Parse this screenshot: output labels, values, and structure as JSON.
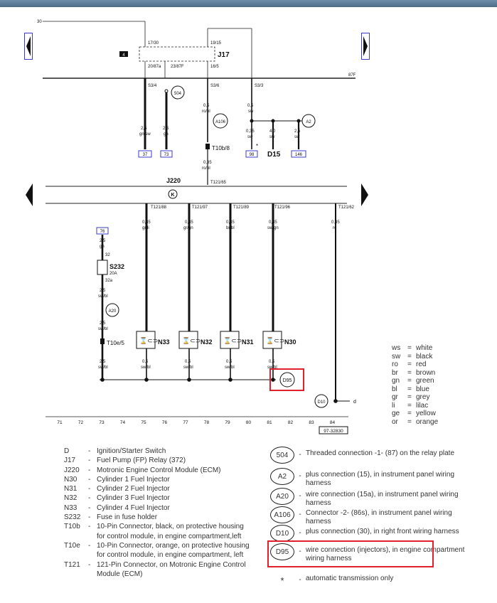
{
  "diagram": {
    "wire_30": "30",
    "wire_87f": "87F",
    "relay": {
      "tag": "4",
      "name": "J17",
      "pins_top": [
        "17/30",
        "19/15"
      ],
      "pins_bottom": [
        "20/87a",
        "23/87F",
        "16/5"
      ]
    },
    "top_terminals": [
      "S3/4",
      "S3/6",
      "S3/3"
    ],
    "wires_top": [
      {
        "size": "2,5",
        "color": "gn/sw",
        "ref": "37"
      },
      {
        "size": "2,5",
        "color": "gn",
        "ref": "73"
      },
      {
        "size": "0,5",
        "color": "ro/bl"
      },
      {
        "size": "0,5",
        "color": "sw"
      },
      {
        "size": "0,35",
        "color": "sw",
        "ref": "98"
      },
      {
        "size": "4,0",
        "color": "sw"
      },
      {
        "size": "2,5",
        "color": "sw",
        "ref": "146"
      }
    ],
    "d15": "D15",
    "t10b": "T10b/8",
    "wire_mid": {
      "size": "0,35",
      "color": "ro/bl"
    },
    "t121_65": "T121/65",
    "j220": "J220",
    "k": "K",
    "t121_pins": [
      "T121/88",
      "T121/97",
      "T121/89",
      "T121/96",
      "T121/62"
    ],
    "injector_wires_top": [
      {
        "size": "0,35",
        "color": "gr/li"
      },
      {
        "size": "0,35",
        "color": "gr/gn"
      },
      {
        "size": "0,35",
        "color": "br/bl"
      },
      {
        "size": "0,35",
        "color": "sw/gn"
      },
      {
        "size": "0,35",
        "color": "ro"
      }
    ],
    "injectors": [
      "N33",
      "N32",
      "N31",
      "N30"
    ],
    "injector_wires_bottom": [
      {
        "size": "0,5",
        "color": "sw/bl"
      },
      {
        "size": "0,5",
        "color": "sw/bl"
      },
      {
        "size": "0,5",
        "color": "sw/bl"
      },
      {
        "size": "0,5",
        "color": "sw/bl"
      }
    ],
    "fuse_ref": "76",
    "fuse_name": "S232",
    "fuse_rating": "20A",
    "fuse_pins": [
      "32",
      "32a"
    ],
    "fuse_wires": [
      {
        "size": "2,5",
        "color": "gn"
      },
      {
        "size": "2,5",
        "color": "sw/bl"
      },
      {
        "size": "2,5",
        "color": "sw/bl"
      },
      {
        "size": "2,5",
        "color": "sw/bl"
      }
    ],
    "t10e": "T10e/5",
    "d": "d",
    "connectors": {
      "c504": "504",
      "a106": "A106",
      "a2": "A2",
      "a20": "A20",
      "d95": "D95",
      "d10": "D10"
    },
    "scale": [
      "71",
      "72",
      "73",
      "74",
      "75",
      "76",
      "77",
      "78",
      "79",
      "80",
      "81",
      "82",
      "83",
      "84"
    ],
    "figure_id": "97-32830",
    "star": "*"
  },
  "color_codes": [
    {
      "abbr": "ws",
      "name": "white"
    },
    {
      "abbr": "sw",
      "name": "black"
    },
    {
      "abbr": "ro",
      "name": "red"
    },
    {
      "abbr": "br",
      "name": "brown"
    },
    {
      "abbr": "gn",
      "name": "green"
    },
    {
      "abbr": "bl",
      "name": "blue"
    },
    {
      "abbr": "gr",
      "name": "grey"
    },
    {
      "abbr": "li",
      "name": "lilac"
    },
    {
      "abbr": "ge",
      "name": "yellow"
    },
    {
      "abbr": "or",
      "name": "orange"
    }
  ],
  "legend_components": [
    {
      "code": "D",
      "desc": "Ignition/Starter Switch"
    },
    {
      "code": "J17",
      "desc": "Fuel Pump (FP) Relay (372)"
    },
    {
      "code": "J220",
      "desc": "Motronic Engine Control Module (ECM)"
    },
    {
      "code": "N30",
      "desc": "Cylinder 1 Fuel Injector"
    },
    {
      "code": "N31",
      "desc": "Cylinder 2 Fuel Injector"
    },
    {
      "code": "N32",
      "desc": "Cylinder 3 Fuel Injector"
    },
    {
      "code": "N33",
      "desc": "Cylinder 4 Fuel Injector"
    },
    {
      "code": "S232",
      "desc": "Fuse in fuse holder"
    },
    {
      "code": "T10b",
      "desc": "10-Pin Connector, black, on protective housing for control module, in engine compartment,left"
    },
    {
      "code": "T10e",
      "desc": "10-Pin Connector, orange, on protective housing for control module, in engine compartment, left"
    },
    {
      "code": "T121",
      "desc": "121-Pin Connector, on Motronic Engine Control Module (ECM)"
    }
  ],
  "legend_connections": [
    {
      "code": "504",
      "desc": "Threaded connection -1- (87) on the relay plate"
    },
    {
      "code": "A2",
      "desc": "plus connection (15), in instrument panel wiring harness"
    },
    {
      "code": "A20",
      "desc": "wire connection (15a), in instrument panel wiring harness"
    },
    {
      "code": "A106",
      "desc": "Connector -2- (86s), in instrument panel wiring harness"
    },
    {
      "code": "D10",
      "desc": "plus connection (30), in right front wiring harness"
    },
    {
      "code": "D95",
      "desc": "wire connection (injectors), in engine compartment wiring harness"
    },
    {
      "code": "*",
      "desc": "automatic transmission only"
    }
  ],
  "dash": "-",
  "equals": "=",
  "highlight_color": "#e0202a",
  "accent_color": "#3b3bd0"
}
